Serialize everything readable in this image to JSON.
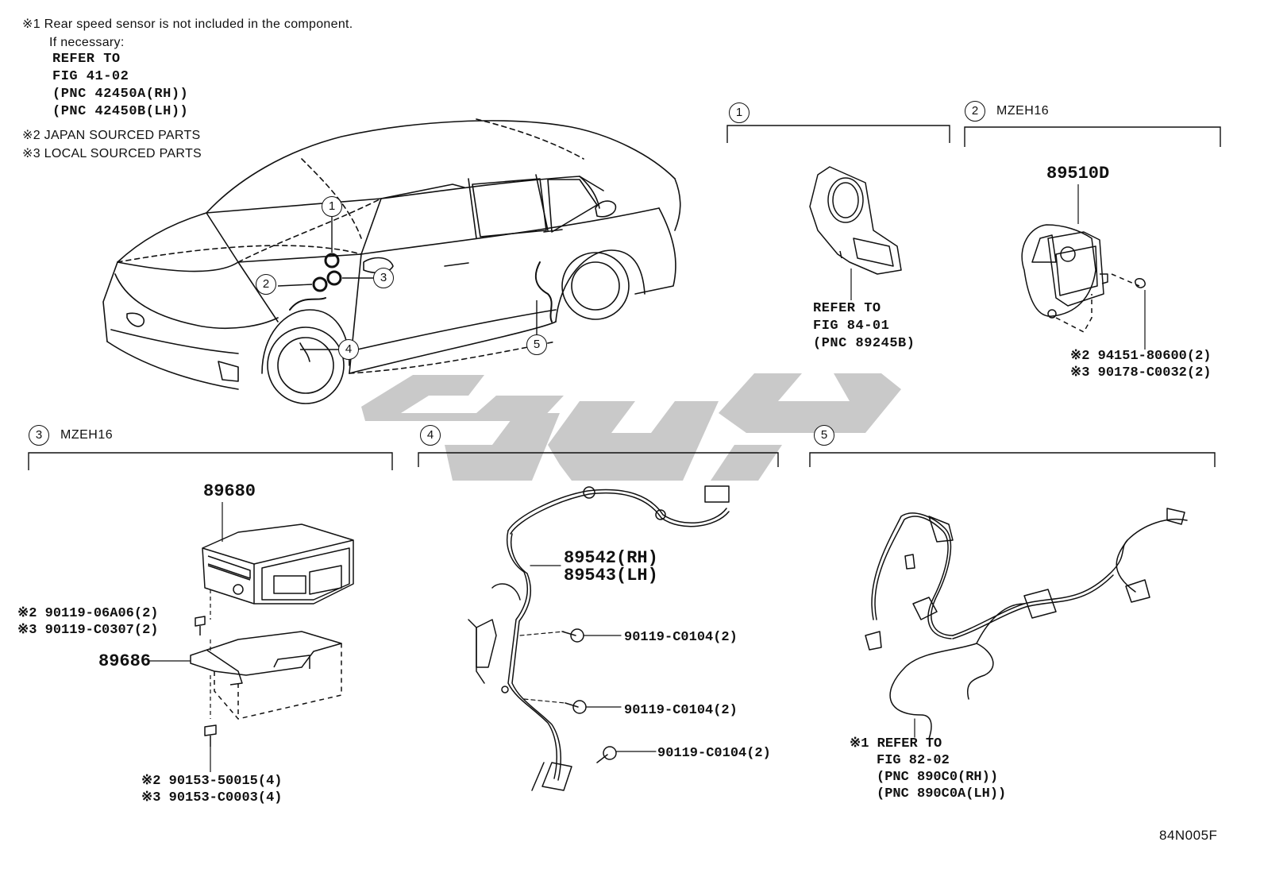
{
  "notes": {
    "n1_line1": "※1 Rear speed sensor is not included in the component.",
    "n1_line2": "If necessary:",
    "n1_line3": "REFER TO",
    "n1_line4": "FIG 41-02",
    "n1_line5": "(PNC 42450A(RH))",
    "n1_line6": "(PNC 42450B(LH))",
    "n2": "※2 JAPAN SOURCED PARTS",
    "n3": "※3 LOCAL SOURCED PARTS"
  },
  "car_callouts": [
    "1",
    "2",
    "3",
    "4",
    "5"
  ],
  "sections": [
    {
      "num": "1",
      "label": ""
    },
    {
      "num": "2",
      "label": "MZEH16"
    },
    {
      "num": "3",
      "label": "MZEH16"
    },
    {
      "num": "4",
      "label": ""
    },
    {
      "num": "5",
      "label": ""
    }
  ],
  "sec1": {
    "refer1": "REFER TO",
    "refer2": "FIG 84-01",
    "refer3": "(PNC 89245B)"
  },
  "sec2": {
    "part": "89510D",
    "fast1": "※2 94151-80600(2)",
    "fast2": "※3 90178-C0032(2)"
  },
  "sec3": {
    "ecu": "89680",
    "bracket": "89686",
    "bolt_top1": "※2 90119-06A06(2)",
    "bolt_top2": "※3 90119-C0307(2)",
    "bolt_bot1": "※2 90153-50015(4)",
    "bolt_bot2": "※3 90153-C0003(4)"
  },
  "sec4": {
    "rh": "89542(RH)",
    "lh": "89543(LH)",
    "bolt_a": "90119-C0104(2)",
    "bolt_b": "90119-C0104(2)",
    "bolt_c": "90119-C0104(2)"
  },
  "sec5": {
    "refer1": "※1 REFER TO",
    "refer2": "FIG 82-02",
    "refer3": "(PNC 890C0(RH))",
    "refer4": "(PNC 890C0A(LH))"
  },
  "figure_code": "84N005F",
  "colors": {
    "line": "#111111",
    "watermark": "#c8c8c8"
  }
}
